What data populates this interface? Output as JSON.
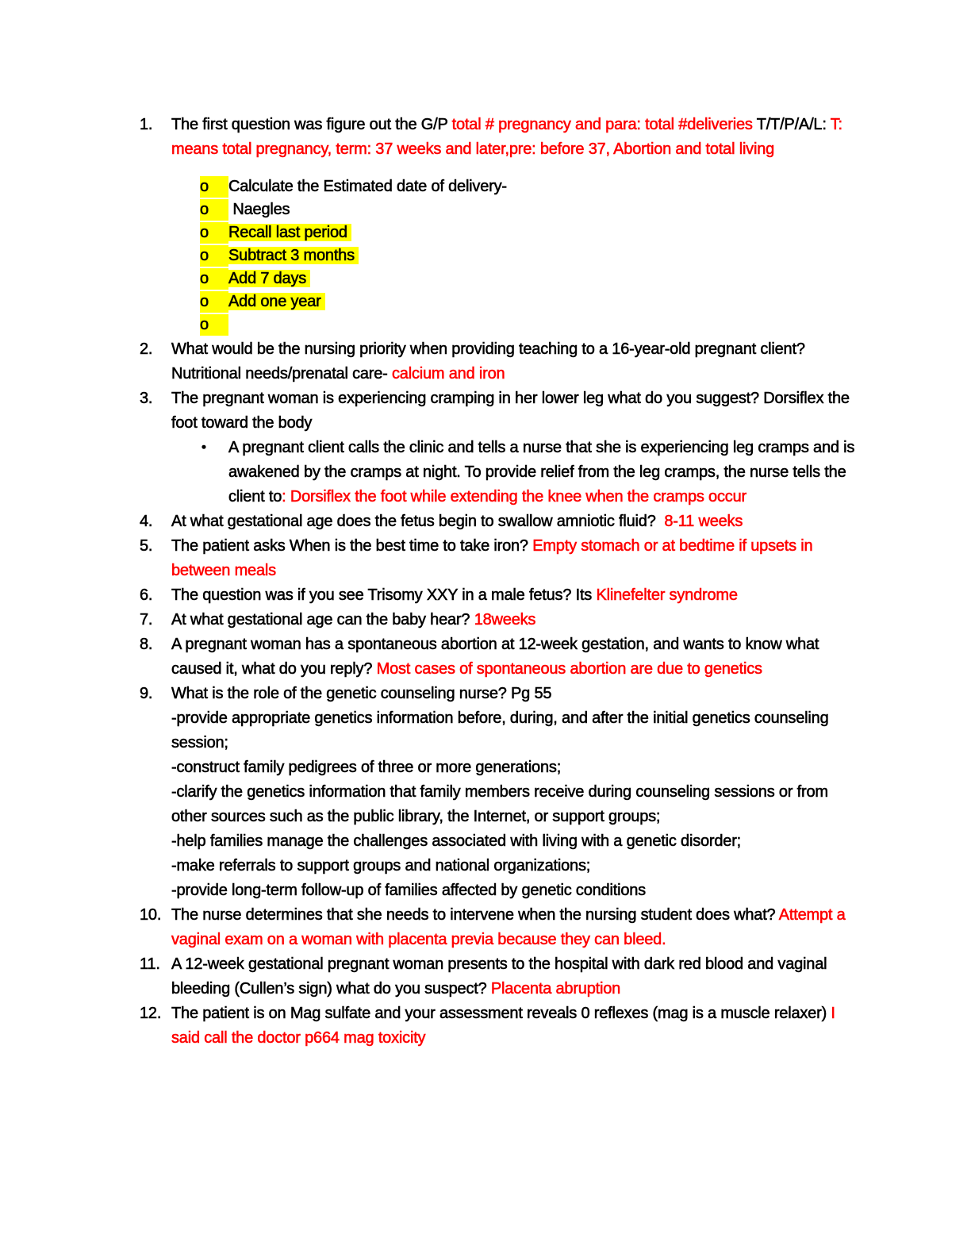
{
  "colors": {
    "page_bg": "#ffffff",
    "ink": "#000000",
    "answer_red": "#ff0000",
    "highlight_yellow": "#ffff00"
  },
  "document": {
    "items": [
      {
        "number": "1.",
        "segments": [
          {
            "text": "The first question was figure out the G/P ",
            "style": "black"
          },
          {
            "text": "total # pregnancy and para: total #deliveries ",
            "style": "red"
          },
          {
            "text": "T/T/P/A/L: ",
            "style": "black"
          },
          {
            "text": "T: means total pregnancy, term: 37 weeks and later,pre: before 37, Abortion and total living",
            "style": "red"
          }
        ],
        "sublist": [
          {
            "marker": "o",
            "text": "Calculate the Estimated date of delivery-",
            "text_highlight": false
          },
          {
            "marker": "o",
            "text": " Naegles",
            "text_highlight": false
          },
          {
            "marker": "o",
            "text": "Recall last period",
            "text_highlight": true
          },
          {
            "marker": "o",
            "text": "Subtract 3 months",
            "text_highlight": true
          },
          {
            "marker": "o",
            "text": "Add 7 days",
            "text_highlight": true
          },
          {
            "marker": "o",
            "text": "Add one year",
            "text_highlight": true
          },
          {
            "marker": "o",
            "text": "",
            "text_highlight": false
          }
        ]
      },
      {
        "number": "2.",
        "segments": [
          {
            "text": "What would be the nursing priority when providing teaching to a 16-year-old pregnant client? Nutritional needs/prenatal care- ",
            "style": "black"
          },
          {
            "text": "calcium and iron",
            "style": "red"
          }
        ]
      },
      {
        "number": "3.",
        "segments": [
          {
            "text": "The pregnant woman is experiencing cramping in her lower leg what do you suggest? Dorsiflex the foot toward the body",
            "style": "black"
          }
        ],
        "bullets": [
          {
            "segments": [
              {
                "text": "A pregnant client calls the clinic and tells a nurse that she is experiencing leg cramps and is awakened by the cramps at night. To provide relief from the leg cramps, the nurse tells the client to",
                "style": "black"
              },
              {
                "text": ": Dorsiflex the foot while extending the knee when the cramps occur",
                "style": "red"
              }
            ]
          }
        ]
      },
      {
        "number": "4.",
        "segments": [
          {
            "text": "At what gestational age does the fetus begin to swallow amniotic fluid?  ",
            "style": "black"
          },
          {
            "text": "8-11 weeks",
            "style": "red"
          }
        ]
      },
      {
        "number": "5.",
        "segments": [
          {
            "text": "The patient asks When is the best time to take iron? ",
            "style": "black"
          },
          {
            "text": "Empty stomach or at bedtime if upsets in between meals",
            "style": "red"
          }
        ]
      },
      {
        "number": "6.",
        "segments": [
          {
            "text": "The question was if you see Trisomy XXY in a male fetus? Its ",
            "style": "black"
          },
          {
            "text": "Klinefelter syndrome",
            "style": "red"
          }
        ]
      },
      {
        "number": "7.",
        "segments": [
          {
            "text": "At what gestational age can the baby hear? ",
            "style": "black"
          },
          {
            "text": "18weeks",
            "style": "red"
          }
        ]
      },
      {
        "number": "8.",
        "segments": [
          {
            "text": "A pregnant woman has a spontaneous abortion at 12-week gestation, and wants to know what caused it, what do you reply? ",
            "style": "black"
          },
          {
            "text": "Most cases of spontaneous abortion are due to genetics",
            "style": "red"
          }
        ]
      },
      {
        "number": "9.",
        "segments": [
          {
            "text": "What is the role of the genetic counseling nurse? Pg 55",
            "style": "black"
          }
        ],
        "lines": [
          "-provide appropriate genetics information before, during, and after the initial genetics counseling session;",
          "-construct family pedigrees of three or more generations;",
          "-clarify the genetics information that family members receive during counseling sessions or from other sources such as the public library, the Internet, or support groups;",
          "-help families manage the challenges associated with living with a genetic disorder;",
          "-make referrals to support groups and national organizations;",
          "-provide long-term follow-up of families affected by genetic conditions"
        ]
      },
      {
        "number": "10.",
        "segments": [
          {
            "text": "The nurse determines that she needs to intervene when the nursing student does what? ",
            "style": "black"
          },
          {
            "text": "Attempt a vaginal exam on a woman with placenta previa because they can bleed.",
            "style": "red"
          }
        ]
      },
      {
        "number": "11.",
        "segments": [
          {
            "text": "A 12-week gestational pregnant woman presents to the hospital with dark red blood and vaginal bleeding (Cullen’s sign) what do you suspect? ",
            "style": "black"
          },
          {
            "text": "Placenta abruption",
            "style": "red"
          }
        ]
      },
      {
        "number": "12.",
        "segments": [
          {
            "text": "The patient is on Mag sulfate and your assessment reveals 0 reflexes (mag is a muscle relaxer) ",
            "style": "black"
          },
          {
            "text": "I said call the doctor p664 mag toxicity",
            "style": "red"
          }
        ]
      }
    ]
  }
}
